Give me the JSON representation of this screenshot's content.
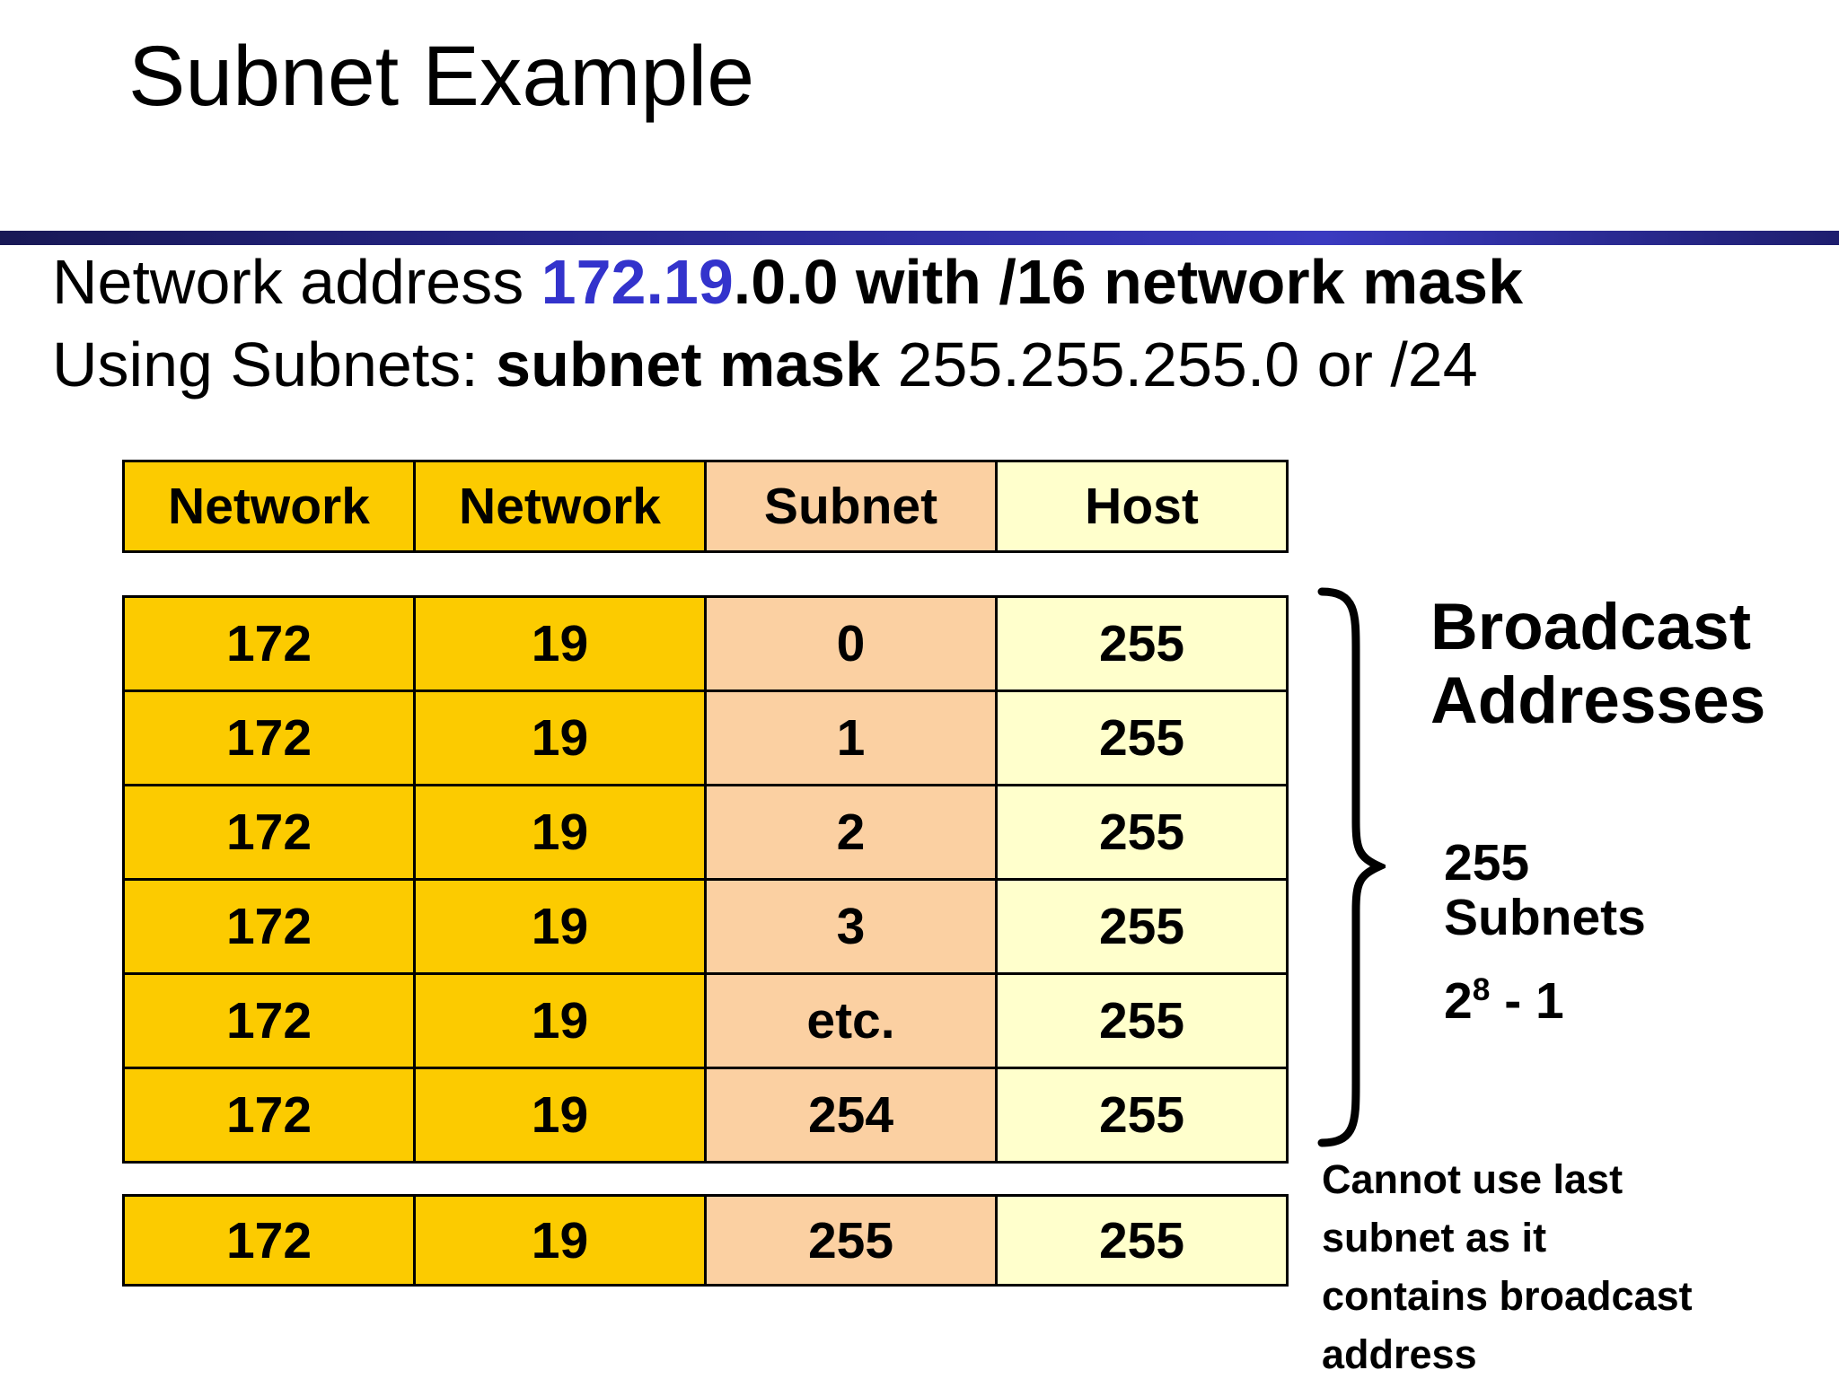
{
  "slide": {
    "title": "Subnet Example",
    "line1": {
      "prefix": "Network address ",
      "highlight": "172.19",
      "rest": ".0.0 with /16 network mask"
    },
    "line2": {
      "prefix": "Using Subnets: ",
      "bold": "subnet mask ",
      "rest": "255.255.255.0 or /24"
    }
  },
  "table": {
    "headers": [
      "Network",
      "Network",
      "Subnet",
      "Host"
    ],
    "rows": [
      [
        "172",
        "19",
        "0",
        "255"
      ],
      [
        "172",
        "19",
        "1",
        "255"
      ],
      [
        "172",
        "19",
        "2",
        "255"
      ],
      [
        "172",
        "19",
        "3",
        "255"
      ],
      [
        "172",
        "19",
        "etc.",
        "255"
      ],
      [
        "172",
        "19",
        "254",
        "255"
      ]
    ],
    "last_row": [
      "172",
      "19",
      "255",
      "255"
    ]
  },
  "annotations": {
    "brace_label": "Broadcast\nAddresses",
    "subnet_count": "255\nSubnets",
    "power": {
      "base": "2",
      "exp": "8",
      "rest": " - 1"
    },
    "note": "Cannot use last\nsubnet as it\ncontains broadcast\naddress"
  },
  "colors": {
    "accent_blue_text": "#3333CC",
    "bar_gradient_left": "#181855",
    "bar_gradient_mid": "#3a3ac0",
    "bar_gradient_right": "#1e1e6e",
    "gold_cell": "#FCCB00",
    "peach_cell": "#FBD0A2",
    "pale_yellow_cell": "#FFFFCC",
    "border": "#000000"
  }
}
